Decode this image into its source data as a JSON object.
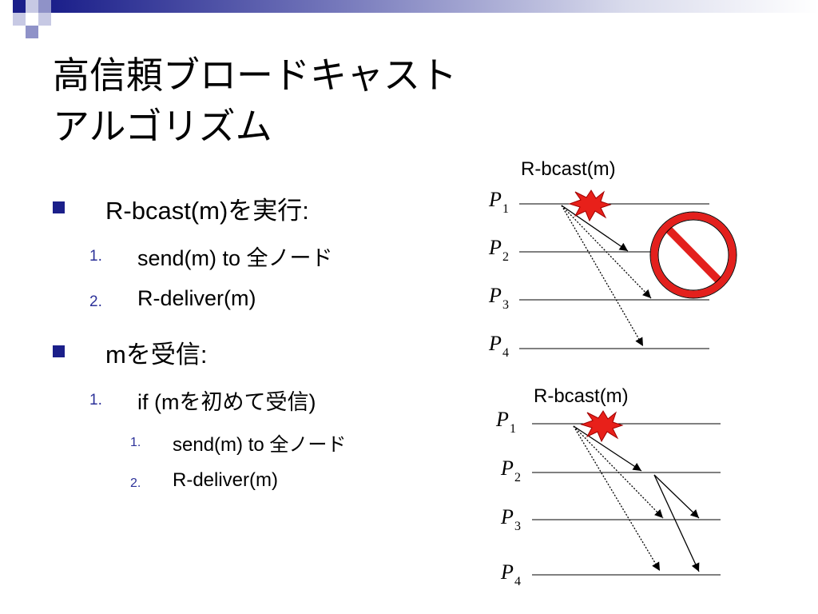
{
  "slide": {
    "title_lines": [
      "高信頼ブロードキャスト",
      "アルゴリズム"
    ],
    "accent_color": "#1b1f8a",
    "number_color": "#2c3199"
  },
  "content": {
    "bullet1": {
      "label": "R-bcast(m)を実行:",
      "steps": [
        {
          "num": "1.",
          "text": "send(m) to 全ノード"
        },
        {
          "num": "2.",
          "text": "R-deliver(m)"
        }
      ]
    },
    "bullet2": {
      "label": "mを受信:",
      "steps": [
        {
          "num": "1.",
          "text": "if (mを初めて受信)",
          "substeps": [
            {
              "num": "1.",
              "text": "send(m) to 全ノード"
            },
            {
              "num": "2.",
              "text": "R-deliver(m)"
            }
          ]
        }
      ]
    }
  },
  "diagrams": {
    "top": {
      "event_label": "R-bcast(m)",
      "processes": [
        {
          "letter": "P",
          "index": "1"
        },
        {
          "letter": "P",
          "index": "2"
        },
        {
          "letter": "P",
          "index": "3"
        },
        {
          "letter": "P",
          "index": "4"
        }
      ],
      "prohibited_icon": "prohibition-sign-icon",
      "crash_icon": "explosion-icon"
    },
    "bottom": {
      "event_label": "R-bcast(m)",
      "processes": [
        {
          "letter": "P",
          "index": "1"
        },
        {
          "letter": "P",
          "index": "2"
        },
        {
          "letter": "P",
          "index": "3"
        },
        {
          "letter": "P",
          "index": "4"
        }
      ],
      "crash_icon": "explosion-icon"
    }
  }
}
